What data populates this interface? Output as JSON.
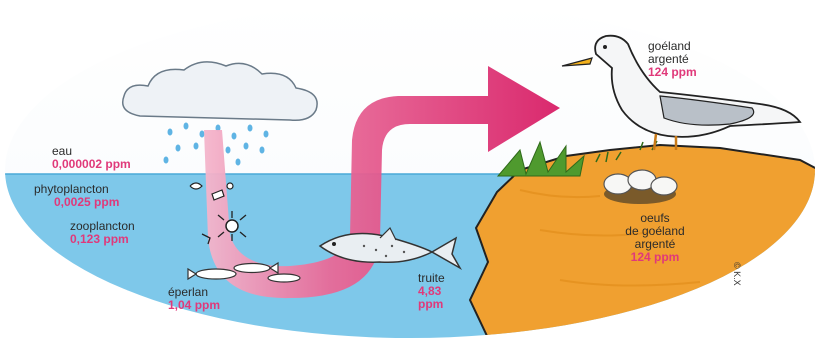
{
  "labels": {
    "water": {
      "name": "eau",
      "value": "0,000002 ppm"
    },
    "phytoplankton": {
      "name": "phytoplancton",
      "value": "0,0025 ppm"
    },
    "zooplankton": {
      "name": "zooplancton",
      "value": "0,123 ppm"
    },
    "smelt": {
      "name": "éperlan",
      "value": "1,04 ppm"
    },
    "trout": {
      "name": "truite",
      "value": "4,83 ppm"
    },
    "gull": {
      "name_line1": "goéland",
      "name_line2": "argenté",
      "value": "124 ppm"
    },
    "eggs": {
      "name_line1": "oeufs",
      "name_line2": "de goéland",
      "name_line3": "argenté",
      "value": "124 ppm"
    }
  },
  "credit": "© K.X",
  "colors": {
    "water": "#7ec8ea",
    "land": "#f0a030",
    "arrow": "#e0397a",
    "value_text": "#e0397a",
    "cloud": "#eef2f6"
  },
  "icons": [
    "cloud-icon",
    "rain-drops-icon",
    "fish-icon",
    "gull-icon",
    "eggs-icon",
    "grass-icon",
    "pink-arrow-icon"
  ]
}
